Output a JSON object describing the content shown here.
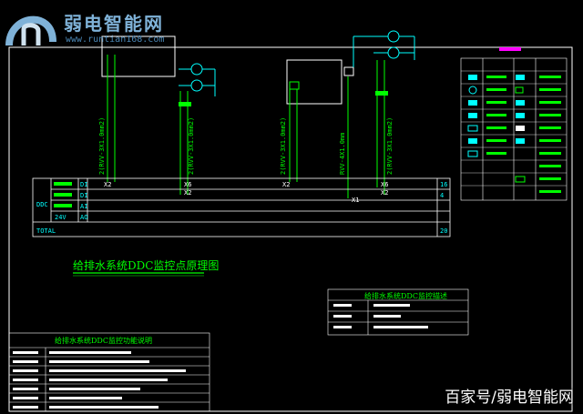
{
  "watermark": {
    "site_name": "弱电智能网",
    "url": "www.runtian168.com"
  },
  "diagram": {
    "title": "给排水系统DDC监控点原理图",
    "cable_labels": [
      "2(RVV-3X1.0mm2)",
      "2(RVV-3X1.0mm2)",
      "2(RVV-3X1.0mm2)",
      "RVV-4X1.0mm",
      "2(RVV-3X1.0mm2)"
    ],
    "points": {
      "x2_a": "X2",
      "x6_a": "X6",
      "x2_b": "X2",
      "x2_c": "X2",
      "x1": "X1",
      "x6_b": "X6",
      "x2_d": "X2"
    },
    "ddc_label": "DDC",
    "io_types": [
      "DI",
      "DI",
      "AI",
      "AO"
    ],
    "totals": [
      "16",
      "4"
    ],
    "total_label": "TOTAL",
    "total_value": "20",
    "power_label": "24V"
  },
  "table_points": {
    "title": "给排水系统DDC监控描述"
  },
  "table_functions": {
    "title": "给排水系统DDC监控功能说明"
  },
  "footer": {
    "brand": "百家号/弱电智能网"
  }
}
